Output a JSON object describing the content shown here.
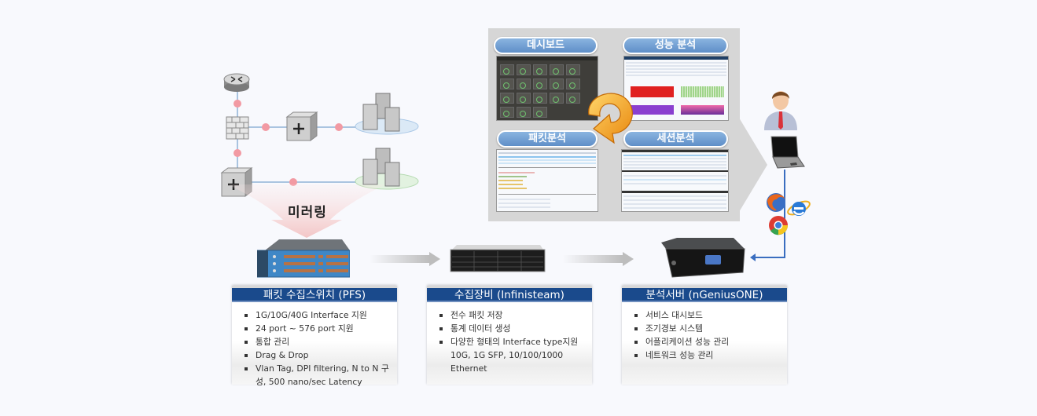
{
  "topology": {
    "devices": [
      "router-top",
      "firewall",
      "core-switch",
      "edge-switch",
      "server-cluster-blue",
      "server-cluster-green"
    ],
    "mirroring_label": "미러링"
  },
  "screens": {
    "dashboard": "데시보드",
    "performance": "성능 분석",
    "packet": "패킷분석",
    "session": "세션분석"
  },
  "boxes": [
    {
      "title": "패킷 수집스위치 (PFS)",
      "items": [
        "1G/10G/40G Interface 지원",
        "24 port ~ 576 port 지원",
        "통합 관리",
        "Drag & Drop",
        "Vlan Tag, DPI filtering, N to N 구성, 500 nano/sec Latency"
      ]
    },
    {
      "title": "수집장비 (Infinisteam)",
      "items": [
        "전수 패킷 저장",
        "통계 데이터 생성",
        "다양한 형태의 Interface type지원 10G, 1G SFP, 10/100/1000 Ethernet"
      ]
    },
    {
      "title": "분석서버 (nGeniusONE)",
      "items": [
        "서비스 대시보드",
        "조기경보 시스템",
        "어플리케이션 성능 관리",
        "네트워크 성능 관리"
      ]
    }
  ],
  "colors": {
    "background": "#f8f9fd",
    "box_title": "#1a4a8c",
    "pill": "#6f9dd3",
    "link_line": "#3a6ec0",
    "tap_dot": "#f0828e",
    "cycle_arrow": "#f5a623"
  }
}
